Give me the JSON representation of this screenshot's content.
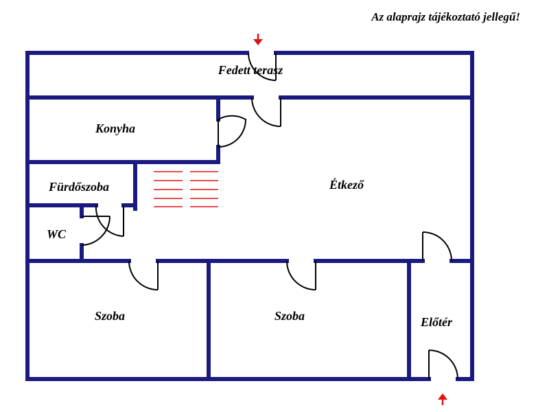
{
  "plan": {
    "disclaimer": "Az alaprajz tájékoztató jellegű!",
    "colors": {
      "wall": "#1a1a80",
      "door": "#000000",
      "stairs": "#e01010",
      "arrow": "#e01010",
      "label": "#000000",
      "background": "#ffffff"
    },
    "rooms": {
      "terrace": "Fedett terasz",
      "kitchen": "Konyha",
      "bathroom": "Fürdőszoba",
      "wc": "WC",
      "dining": "Étkező",
      "room_left": "Szoba",
      "room_middle": "Szoba",
      "hall": "Előtér"
    },
    "entrance_arrows": [
      {
        "direction": "down",
        "icon": "arrow-down-icon"
      },
      {
        "direction": "up",
        "icon": "arrow-up-icon"
      }
    ]
  }
}
